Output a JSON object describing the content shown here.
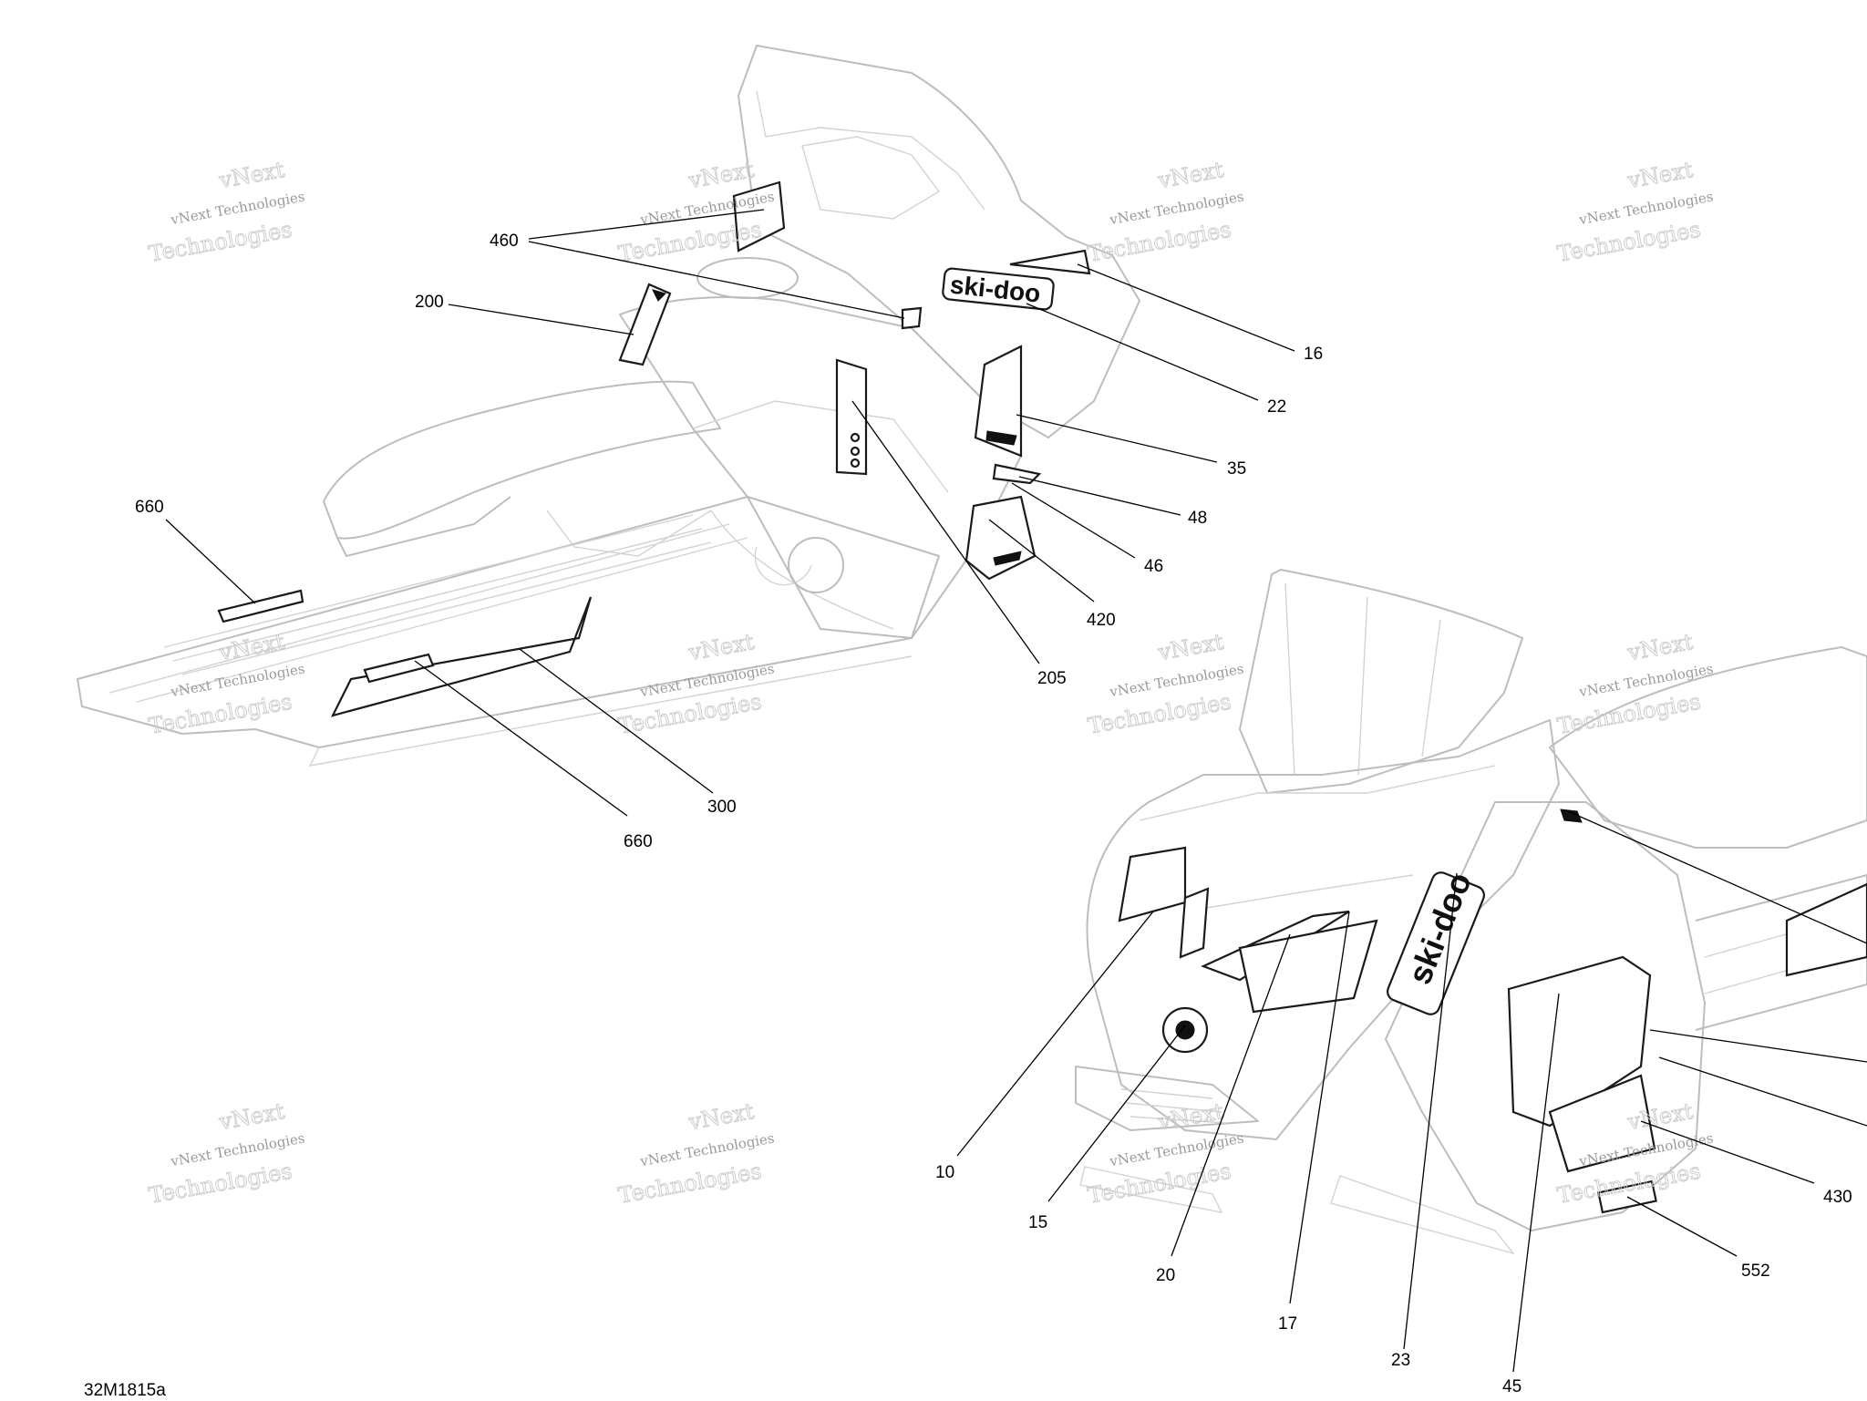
{
  "drawing_code": "32M1815a",
  "watermark": {
    "line1": "vNext",
    "line2": "vNext Technologies",
    "line3": "Technologies"
  },
  "callouts": {
    "c460": "460",
    "c200": "200",
    "c16": "16",
    "c22": "22",
    "c35": "35",
    "c48": "48",
    "c46": "46",
    "c420": "420",
    "c205": "205",
    "c660a": "660",
    "c660b": "660",
    "c300": "300",
    "c10": "10",
    "c15": "15",
    "c20": "20",
    "c17": "17",
    "c23": "23",
    "c45": "45",
    "c430": "430",
    "c552": "552"
  },
  "brand_marks": {
    "upper_hood": "ski-doo",
    "lower_hood": "ski-doo"
  },
  "colors": {
    "line_art": "#bdbdbd",
    "decal_outline": "#1a1a1a",
    "watermark": "#c9c9c9"
  }
}
